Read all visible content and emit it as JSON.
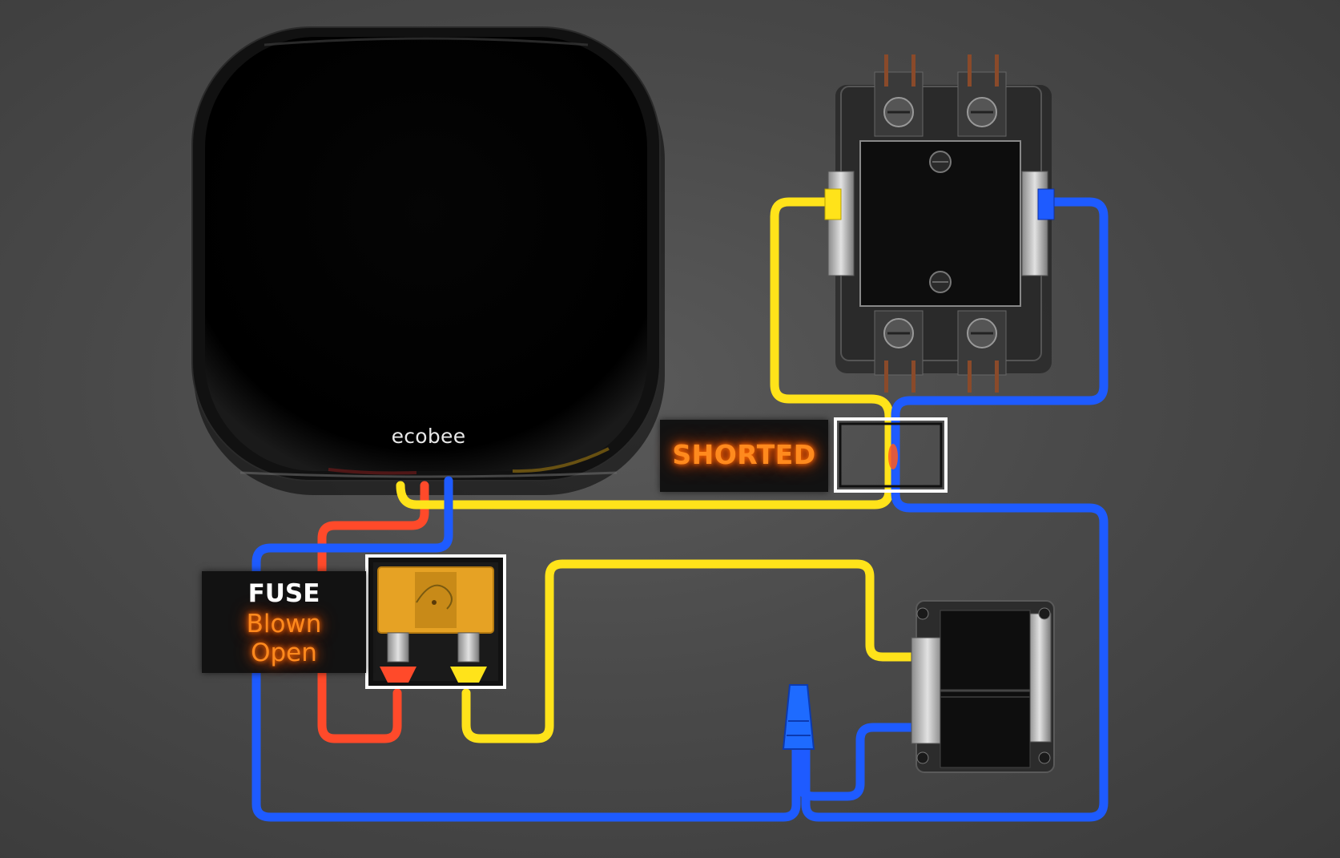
{
  "thermostat": {
    "brand": "ecobee"
  },
  "shorted_label": {
    "text": "SHORTED"
  },
  "fuse_label": {
    "title": "FUSE",
    "status_line1": "Blown",
    "status_line2": "Open"
  },
  "colors": {
    "wire_red": "#ff4a2a",
    "wire_yellow": "#ffe31a",
    "wire_blue": "#1e5bff",
    "glow_orange": "#ff8a1e",
    "fuse_amber": "#e6a224"
  }
}
